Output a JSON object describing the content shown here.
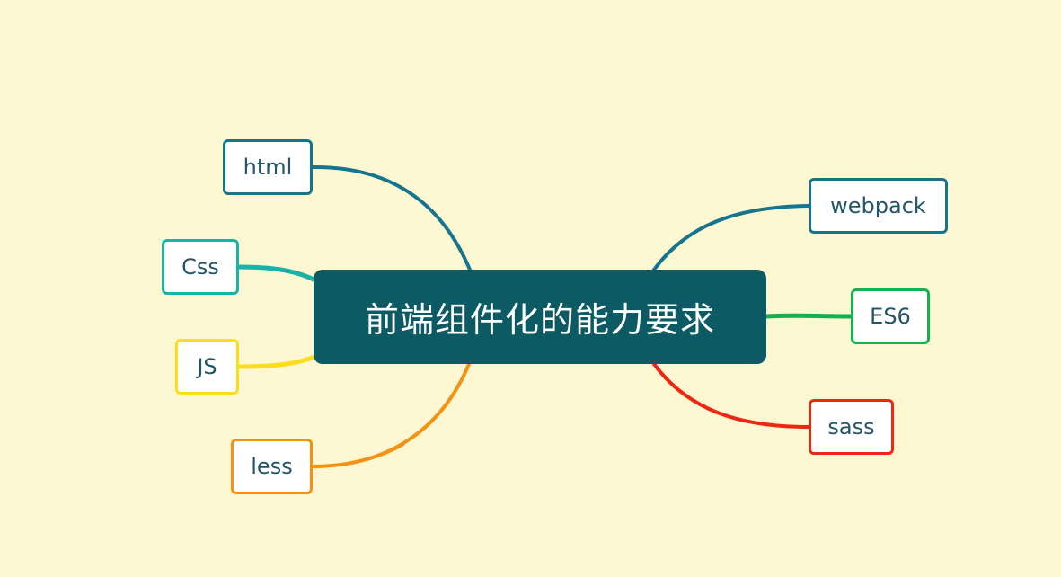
{
  "central_topic": "前端组件化的能力要求",
  "left_branches": [
    {
      "id": "html",
      "label": "html",
      "color": "#15758E"
    },
    {
      "id": "css",
      "label": "Css",
      "color": "#19B2A6"
    },
    {
      "id": "js",
      "label": "JS",
      "color": "#FCDD1E"
    },
    {
      "id": "less",
      "label": "less",
      "color": "#F39213"
    }
  ],
  "right_branches": [
    {
      "id": "webpack",
      "label": "webpack",
      "color": "#15758E"
    },
    {
      "id": "es6",
      "label": "ES6",
      "color": "#14AF51"
    },
    {
      "id": "sass",
      "label": "sass",
      "color": "#EF2611"
    }
  ],
  "colors": {
    "background": "#FEF8D2",
    "central_fill": "#0B5A64",
    "central_text": "#FFFFFF",
    "node_text": "#24566A"
  }
}
